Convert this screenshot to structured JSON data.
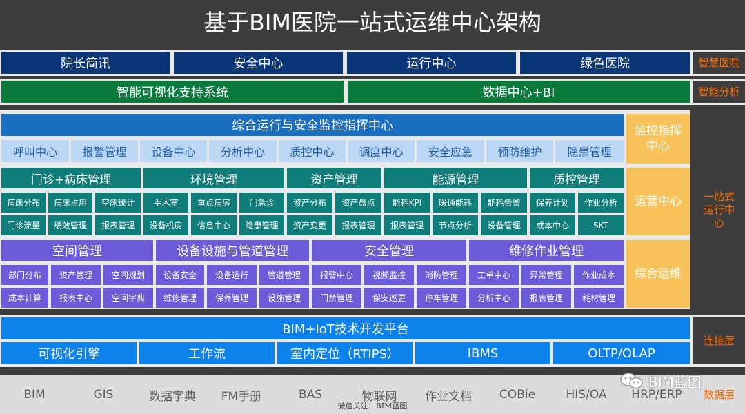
{
  "title": "基于BIM医院一站式运维中心架构",
  "smart_hospital": {
    "items": [
      "院长简讯",
      "安全中心",
      "运行中心",
      "绿色医院"
    ],
    "side_label": "智慧医院"
  },
  "smart_analysis": {
    "items": [
      "智能可视化支持系统",
      "数据中心+BI"
    ],
    "side_label": "智能分析"
  },
  "monitor": {
    "header": "综合运行与安全监控指挥中心",
    "items": [
      "呼叫中心",
      "报警管理",
      "设备中心",
      "分析中心",
      "质控中心",
      "调度中心",
      "安全应急",
      "预防维护",
      "隐患管理"
    ],
    "side_label": "监控指挥中心"
  },
  "operation": {
    "groups": [
      {
        "title": "门诊+病床管理",
        "row1": [
          "病床分布",
          "病床占用",
          "空床统计"
        ],
        "row2": [
          "门诊流量",
          "绩效管理",
          "报表管理"
        ]
      },
      {
        "title": "环境管理",
        "row1": [
          "手术室",
          "重点病房",
          "门急诊"
        ],
        "row2": [
          "设备机房",
          "信息中心",
          "隐患管理"
        ]
      },
      {
        "title": "资产管理",
        "row1": [
          "资产分布",
          "资产盘点"
        ],
        "row2": [
          "资产变更",
          "报表管理"
        ]
      },
      {
        "title": "能源管理",
        "row1": [
          "能耗KPI",
          "暖通能耗",
          "能耗告警"
        ],
        "row2": [
          "报表管理",
          "节点分析",
          "设备管理"
        ]
      },
      {
        "title": "质控管理",
        "row1": [
          "保养计划",
          "作业分析"
        ],
        "row2": [
          "成本中心",
          "SKT"
        ]
      }
    ],
    "side_label": "运营中心"
  },
  "maintenance": {
    "groups": [
      {
        "title": "空间管理",
        "row1": [
          "部门分布",
          "资产管理",
          "空间规划"
        ],
        "row2": [
          "成本计算",
          "报表中心",
          "空间字典"
        ]
      },
      {
        "title": "设备设施与管道管理",
        "row1": [
          "设备安全",
          "设备运行",
          "管道管理"
        ],
        "row2": [
          "维修管理",
          "保养管理",
          "设施管理"
        ]
      },
      {
        "title": "安全管理",
        "row1": [
          "报警中心",
          "视频监控",
          "消防管理"
        ],
        "row2": [
          "门禁管理",
          "保安巡更",
          "停车管理"
        ]
      },
      {
        "title": "维修作业管理",
        "row1": [
          "工单中心",
          "异常管理",
          "作业成本"
        ],
        "row2": [
          "分析中心",
          "报表管理",
          "耗材管理"
        ]
      }
    ],
    "side_label": "综合运维"
  },
  "one_stop_label": "一站式运行中心",
  "connection": {
    "header": "BIM+IoT技术开发平台",
    "items": [
      "可视化引擎",
      "工作流",
      "室内定位（RTIPS）",
      "IBMS",
      "OLTP/OLAP"
    ],
    "side_label": "连接层"
  },
  "data_layer": {
    "items": [
      "BIM",
      "GIS",
      "数据字典",
      "FM手册",
      "BAS",
      "物联网",
      "作业文档",
      "COBie",
      "HIS/OA",
      "HRP/ERP"
    ],
    "side_label": "数据层"
  },
  "watermark": {
    "brand": "BIM蓝图",
    "footer": "微信关注：BIM蓝图"
  }
}
